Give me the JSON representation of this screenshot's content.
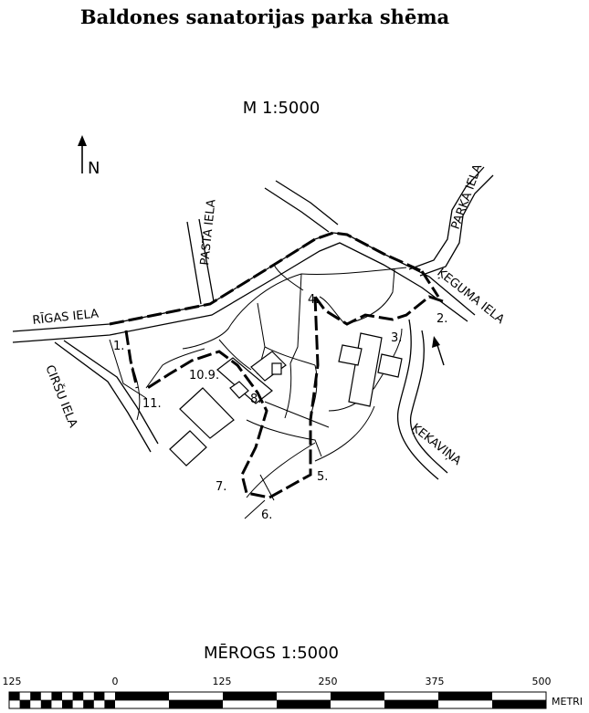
{
  "title": "Baldones sanatorijas parka shēma",
  "scale_top": "M 1:5000",
  "north": "N",
  "streets": {
    "rigas": "RĪGAS IELA",
    "pasta": "PASTA IELA",
    "parka": "PARKA IELA",
    "keguma": "ĶEGUMA IELA",
    "cirsu": "CIRŠU IELA"
  },
  "river": "ĶEKAVIŅA",
  "points": {
    "p1": "1.",
    "p2": "2.",
    "p3": "3.",
    "p4": "4.",
    "p5": "5.",
    "p6": "6.",
    "p7": "7.",
    "p8": "8.",
    "p9": "10.9.",
    "p11": "11."
  },
  "scale_bar": {
    "caption": "MĒROGS 1:5000",
    "ticks": [
      "125",
      "0",
      "125",
      "250",
      "375",
      "500"
    ],
    "unit": "METRI"
  }
}
